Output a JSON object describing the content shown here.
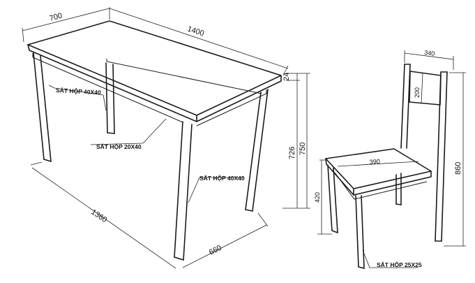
{
  "table": {
    "dims": {
      "width": "700",
      "length": "1400",
      "bottom_length": "1360",
      "bottom_width": "660",
      "top_thickness": "24",
      "leg_height": "726",
      "total_height": "750"
    },
    "labels": {
      "leg_profile": "SẮT HỘP 40X40",
      "rail_profile": "SẮT HỘP 20X40",
      "leg_profile_2": "SẮT HỘP 40X40"
    }
  },
  "chair": {
    "dims": {
      "back_width": "340",
      "back_panel": "200",
      "seat_depth": "390",
      "seat_height": "420",
      "total_height": "860"
    },
    "labels": {
      "frame_profile": "SẮT HỘP 25X25"
    }
  }
}
